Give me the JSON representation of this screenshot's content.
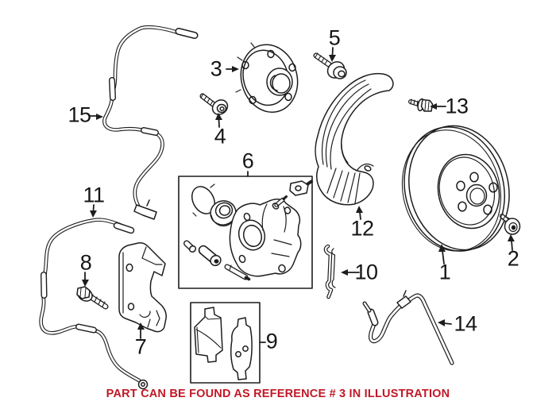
{
  "diagram": {
    "kind": "brake-parts-illustration",
    "background": "#ffffff",
    "line_color": "#1d1d1d",
    "callouts": [
      "1",
      "2",
      "3",
      "4",
      "5",
      "6",
      "7",
      "8",
      "9",
      "10",
      "11",
      "12",
      "13",
      "14",
      "15"
    ],
    "parts": {
      "1": "brake-rotor",
      "2": "rotor-set-screw",
      "3": "wheel-hub-bearing",
      "4": "hub-bolt",
      "5": "hub-screw",
      "6": "caliper-repair-kit",
      "7": "caliper-carrier-bracket",
      "8": "carrier-bolt",
      "9": "brake-pad-set",
      "10": "pad-retaining-clip",
      "11": "abs-sensor-wire-front-lower",
      "12": "brake-dust-shield",
      "13": "shield-bolt",
      "14": "brake-hose",
      "15": "abs-sensor-wire-front-upper"
    },
    "note": {
      "text": "PART CAN BE FOUND AS REFERENCE # 3 IN ILLUSTRATION",
      "color": "#c01826"
    }
  }
}
